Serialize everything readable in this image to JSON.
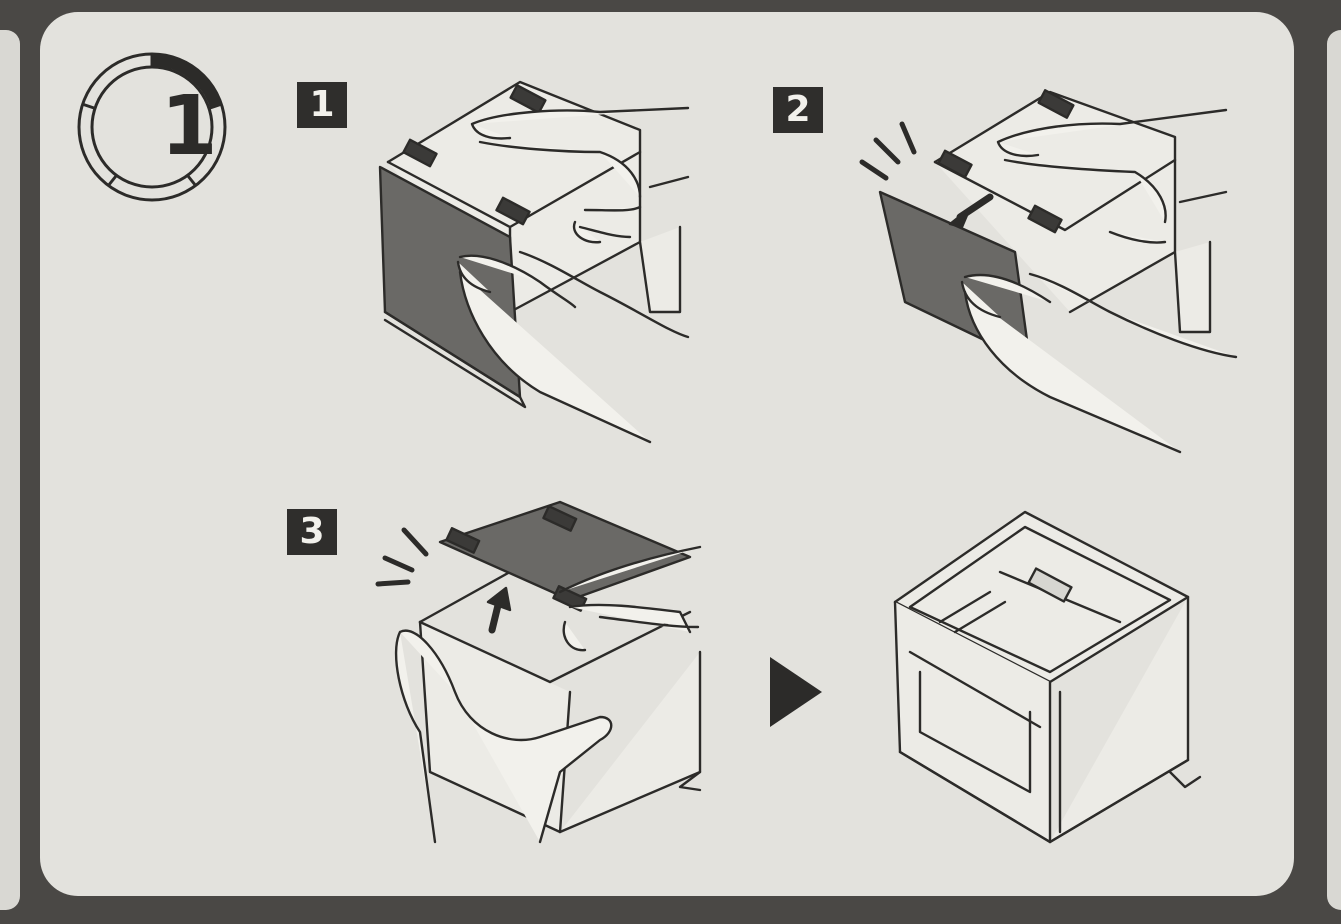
{
  "main_step": {
    "number": "1",
    "progress_segments_total": 5,
    "progress_segments_done": 1
  },
  "sub_steps": [
    {
      "label": "1"
    },
    {
      "label": "2"
    },
    {
      "label": "3"
    }
  ],
  "colors": {
    "card": "#e3e2dd",
    "ink": "#2c2b29",
    "panel": "#6a6966",
    "background": "#4a4845"
  }
}
